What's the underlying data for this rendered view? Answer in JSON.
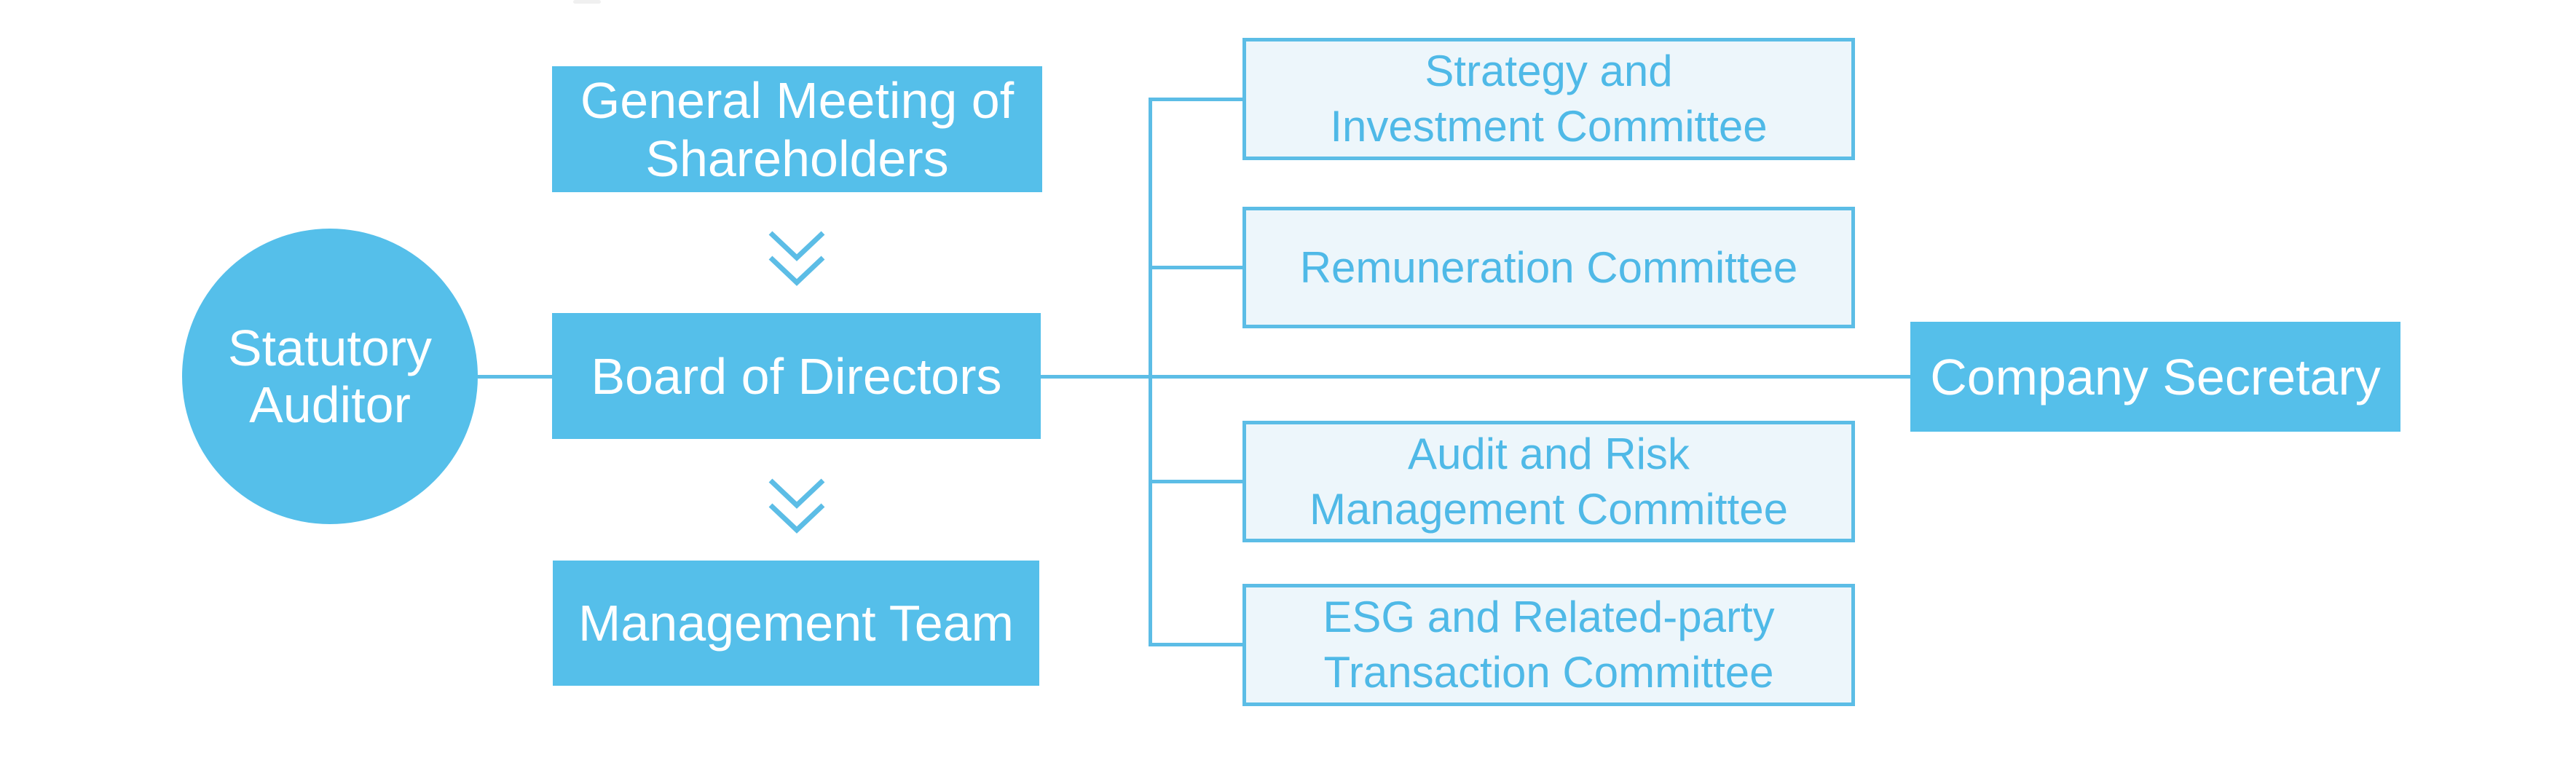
{
  "colors": {
    "solid_fill": "#55BFEA",
    "pale_fill": "#EDF6FB",
    "stroke": "#5CBDE6",
    "text_on_solid": "#FFFFFF",
    "committee_text": "#4FB9E7"
  },
  "diagram": {
    "type": "corporate-governance-org-chart",
    "nodes": {
      "statutory_auditor": "Statutory\nAuditor",
      "general_meeting": "General Meeting of\nShareholders",
      "board_of_directors": "Board of Directors",
      "management_team": "Management Team",
      "company_secretary": "Company Secretary"
    },
    "committees": [
      {
        "label": "Strategy and\nInvestment Committee"
      },
      {
        "label": "Remuneration Committee"
      },
      {
        "label": "Audit and Risk\nManagement Committee"
      },
      {
        "label": "ESG and Related-party\nTransaction Committee"
      }
    ],
    "icons": {
      "flow_arrow": "double-chevron-down"
    },
    "edges": [
      {
        "from": "statutory_auditor",
        "to": "board_of_directors",
        "style": "line"
      },
      {
        "from": "general_meeting",
        "to": "board_of_directors",
        "style": "double-chevron-down"
      },
      {
        "from": "board_of_directors",
        "to": "management_team",
        "style": "double-chevron-down"
      },
      {
        "from": "board_of_directors",
        "to": "company_secretary",
        "style": "line"
      },
      {
        "from": "board_of_directors",
        "to": "strategy_and_investment_committee",
        "style": "branch"
      },
      {
        "from": "board_of_directors",
        "to": "remuneration_committee",
        "style": "branch"
      },
      {
        "from": "board_of_directors",
        "to": "audit_and_risk_management_committee",
        "style": "branch"
      },
      {
        "from": "board_of_directors",
        "to": "esg_and_related_party_transaction_committee",
        "style": "branch"
      }
    ]
  }
}
